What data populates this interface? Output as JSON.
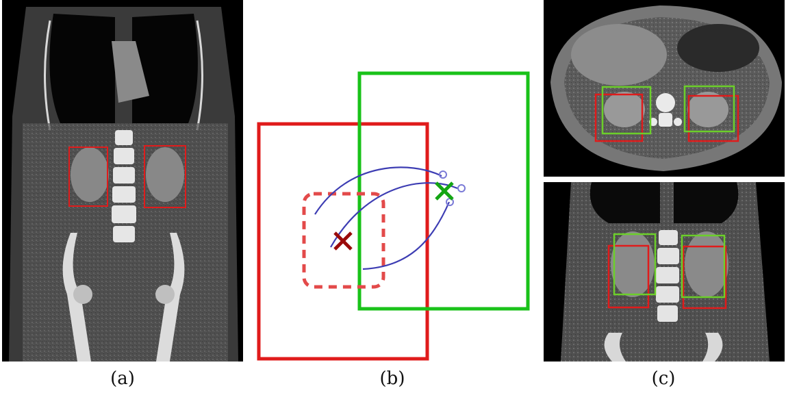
{
  "captions": {
    "a": "(a)",
    "b": "(b)",
    "c": "(c)"
  },
  "colors": {
    "ground_truth_box": "#e01b1b",
    "predicted_box": "#19c219",
    "predicted_box_scan": "#6ccf2a",
    "anchor_box": "#e34a4a",
    "arrow": "#3d3db3",
    "target_marker": "#9a0a0a",
    "detection_marker": "#14a514",
    "scan_background": "#000000"
  },
  "icons": {
    "start_marker": "cross-mark-icon",
    "end_marker": "cross-mark-icon",
    "arrow_end": "circle-arrowhead-icon"
  }
}
